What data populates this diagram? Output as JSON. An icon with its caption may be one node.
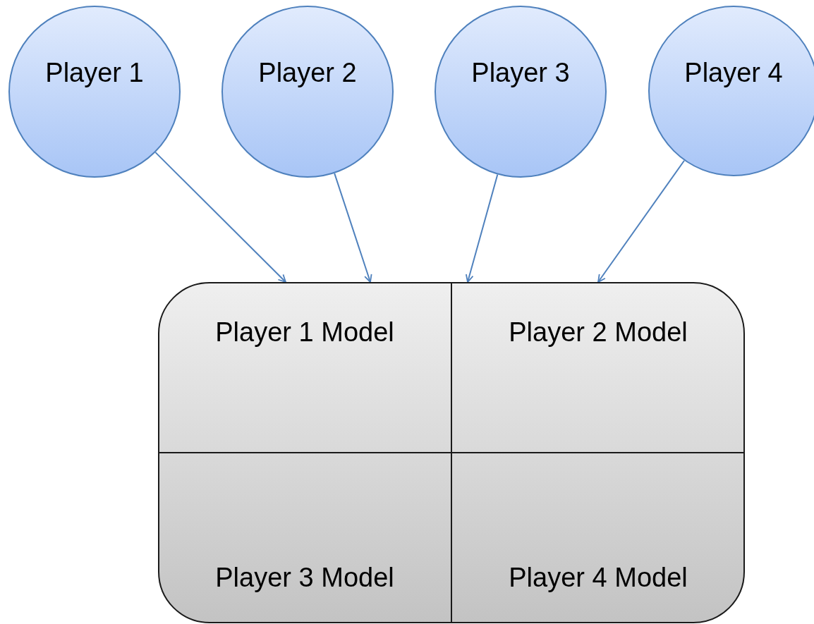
{
  "diagram": {
    "nodes": [
      {
        "text": [
          "Player 1"
        ]
      },
      {
        "text": [
          "Player 2"
        ]
      },
      {
        "text": [
          "Player 3"
        ]
      },
      {
        "text": [
          "Player 4"
        ]
      },
      {
        "text": [],
        "shape": "box"
      },
      {
        "text": [
          "Player 1 Model"
        ],
        "in": 4
      },
      {
        "text": [
          "Player 2 Model"
        ],
        "in": 4
      },
      {
        "text": [
          "Player 3 Model"
        ],
        "in": 4
      },
      {
        "text": [
          "Player 4 Model"
        ],
        "in": 4
      }
    ],
    "edges": [
      {
        "from": 0,
        "to": 4,
        "arrow": "to"
      },
      {
        "from": 1,
        "to": 4,
        "arrow": "to"
      },
      {
        "from": 2,
        "to": 4,
        "arrow": "to"
      },
      {
        "from": 3,
        "to": 4,
        "arrow": "to"
      }
    ]
  }
}
